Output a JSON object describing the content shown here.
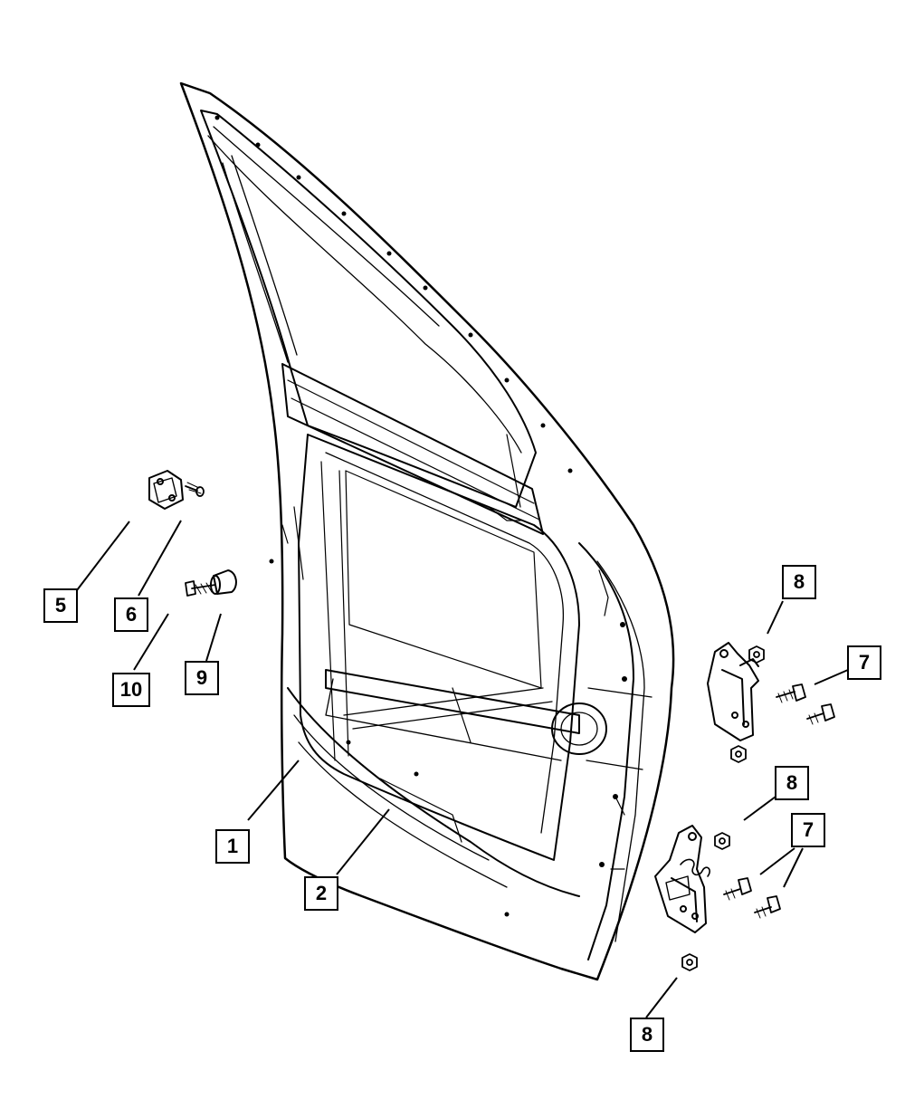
{
  "callouts": {
    "c1": "1",
    "c2": "2",
    "c5": "5",
    "c6": "6",
    "c7a": "7",
    "c7b": "7",
    "c8a": "8",
    "c8b": "8",
    "c8c": "8",
    "c9": "9",
    "c10": "10"
  }
}
